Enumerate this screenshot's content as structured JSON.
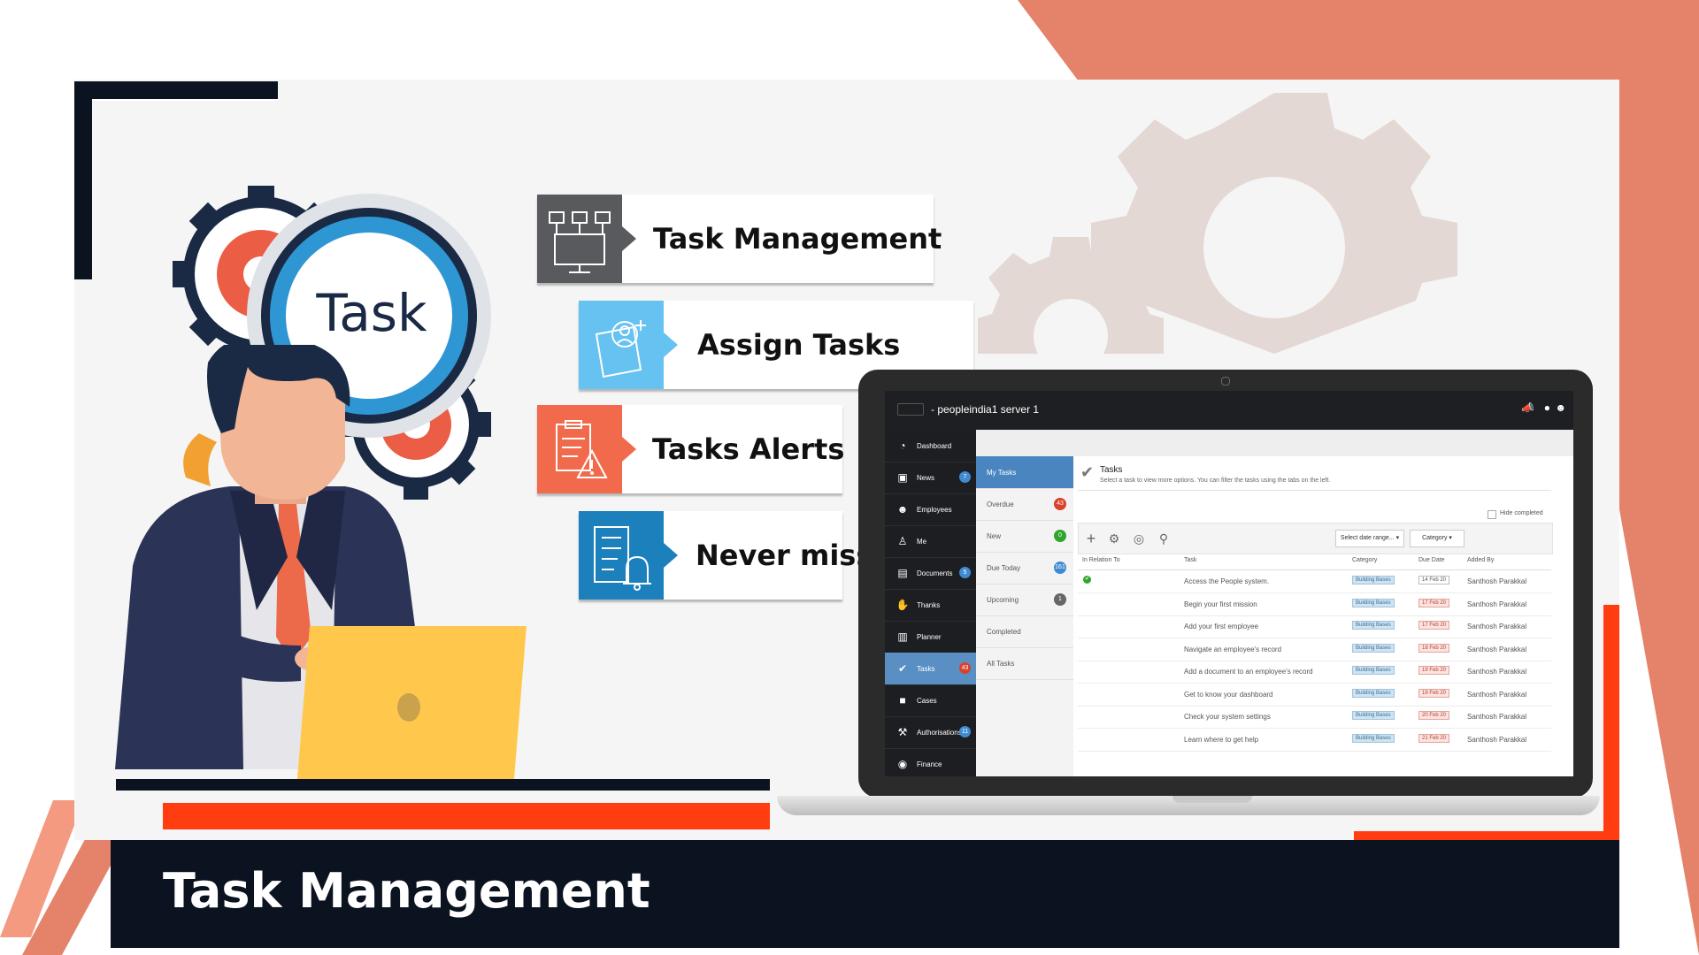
{
  "colors": {
    "accent": "#e4826a",
    "orange": "#ff3d11",
    "navy": "#0b1220",
    "blue": "#2f96d4",
    "gear_red": "#ec5d45"
  },
  "hero": {
    "badge_text": "Task"
  },
  "features": [
    {
      "label": "Task Management",
      "tile_color": "#595a5d",
      "icon": "workflow-monitor-icon"
    },
    {
      "label": "Assign Tasks",
      "tile_color": "#66c2f0",
      "icon": "assign-user-icon"
    },
    {
      "label": "Tasks Alerts",
      "tile_color": "#f16a4c",
      "icon": "alert-clipboard-icon"
    },
    {
      "label": "Never miss",
      "tile_color": "#1c80bd",
      "icon": "checklist-bell-icon"
    }
  ],
  "footer": {
    "title": "Task Management"
  },
  "app": {
    "server_title": "- peopleindia1 server 1",
    "sidebar": [
      {
        "label": "Dashboard",
        "icon": "dashboard-icon",
        "count": ""
      },
      {
        "label": "News",
        "icon": "tv-icon",
        "count": "7"
      },
      {
        "label": "Employees",
        "icon": "users-icon",
        "count": ""
      },
      {
        "label": "Me",
        "icon": "user-icon",
        "count": ""
      },
      {
        "label": "Documents",
        "icon": "documents-icon",
        "count": "5"
      },
      {
        "label": "Thanks",
        "icon": "thumbs-up-icon",
        "count": ""
      },
      {
        "label": "Planner",
        "icon": "planner-icon",
        "count": ""
      },
      {
        "label": "Tasks",
        "icon": "check-icon",
        "count": "43"
      },
      {
        "label": "Cases",
        "icon": "briefcase-icon",
        "count": ""
      },
      {
        "label": "Authorisations",
        "icon": "gavel-icon",
        "count": "11"
      },
      {
        "label": "Finance",
        "icon": "coins-icon",
        "count": ""
      }
    ],
    "subnav": [
      {
        "label": "My Tasks",
        "count": "",
        "color": ""
      },
      {
        "label": "Overdue",
        "count": "43",
        "color": "#d9422b"
      },
      {
        "label": "New",
        "count": "0",
        "color": "#2fa52f"
      },
      {
        "label": "Due Today",
        "count": "161",
        "color": "#3f8bd2"
      },
      {
        "label": "Upcoming",
        "count": "1",
        "color": "#666666"
      },
      {
        "label": "Completed",
        "count": "",
        "color": ""
      },
      {
        "label": "All Tasks",
        "count": "",
        "color": ""
      }
    ],
    "tasks_header": "Tasks",
    "tasks_subtitle": "Select a task to view more options. You can filter the tasks using the tabs on the left.",
    "hide_completed": "Hide completed",
    "date_range": "Select date range...",
    "category_filter": "Category",
    "columns": [
      "In Relation To",
      "Task",
      "Category",
      "Due Date",
      "Added By"
    ],
    "rows": [
      {
        "task": "Access the People system.",
        "category": "Building Bases",
        "due": "14 Feb 20",
        "added_by": "Santhosh Parakkal",
        "overdue": false,
        "done": true
      },
      {
        "task": "Begin your first mission",
        "category": "Building Bases",
        "due": "17 Feb 20",
        "added_by": "Santhosh Parakkal",
        "overdue": true,
        "done": false
      },
      {
        "task": "Add your first employee",
        "category": "Building Bases",
        "due": "17 Feb 20",
        "added_by": "Santhosh Parakkal",
        "overdue": true,
        "done": false
      },
      {
        "task": "Navigate an employee's record",
        "category": "Building Bases",
        "due": "18 Feb 20",
        "added_by": "Santhosh Parakkal",
        "overdue": true,
        "done": false
      },
      {
        "task": "Add a document to an employee's record",
        "category": "Building Bases",
        "due": "19 Feb 20",
        "added_by": "Santhosh Parakkal",
        "overdue": true,
        "done": false
      },
      {
        "task": "Get to know your dashboard",
        "category": "Building Bases",
        "due": "19 Feb 20",
        "added_by": "Santhosh Parakkal",
        "overdue": true,
        "done": false
      },
      {
        "task": "Check your system settings",
        "category": "Building Bases",
        "due": "20 Feb 20",
        "added_by": "Santhosh Parakkal",
        "overdue": true,
        "done": false
      },
      {
        "task": "Learn where to get help",
        "category": "Building Bases",
        "due": "21 Feb 20",
        "added_by": "Santhosh Parakkal",
        "overdue": true,
        "done": false
      }
    ]
  }
}
